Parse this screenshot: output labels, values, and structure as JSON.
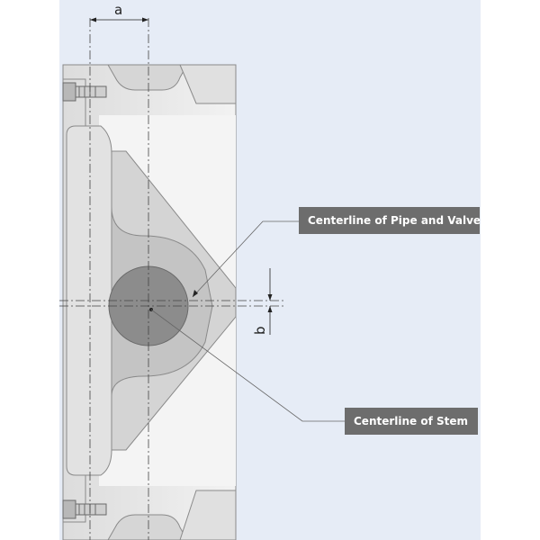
{
  "dimensions": {
    "a": "a",
    "b": "b"
  },
  "callouts": {
    "pipe_valve": "Centerline of Pipe and Valve",
    "stem": "Centerline of Stem"
  },
  "colors": {
    "background_panel": "#e6ecf6",
    "body_light": "#ececec",
    "body_mid": "#d9d9d9",
    "disc_gray": "#c4c4c4",
    "stem_gray": "#8c8c8c",
    "outline": "#8a8a8a",
    "callout_bg": "#6d6d6d",
    "callout_text": "#ffffff"
  }
}
